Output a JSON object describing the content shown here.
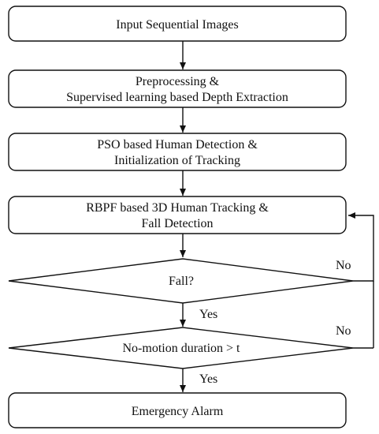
{
  "flowchart": {
    "steps": {
      "input": {
        "line1": "Input Sequential Images"
      },
      "preprocess": {
        "line1": "Preprocessing &",
        "line2": "Supervised learning based Depth Extraction"
      },
      "detection": {
        "line1": "PSO based Human Detection &",
        "line2": "Initialization of Tracking"
      },
      "tracking": {
        "line1": "RBPF based 3D Human Tracking &",
        "line2": "Fall Detection"
      },
      "alarm": {
        "line1": "Emergency Alarm"
      }
    },
    "decisions": {
      "fall": {
        "label": "Fall?",
        "yes_label": "Yes",
        "no_label": "No"
      },
      "no_motion": {
        "label": "No-motion duration > t",
        "yes_label": "Yes",
        "no_label": "No"
      }
    }
  }
}
